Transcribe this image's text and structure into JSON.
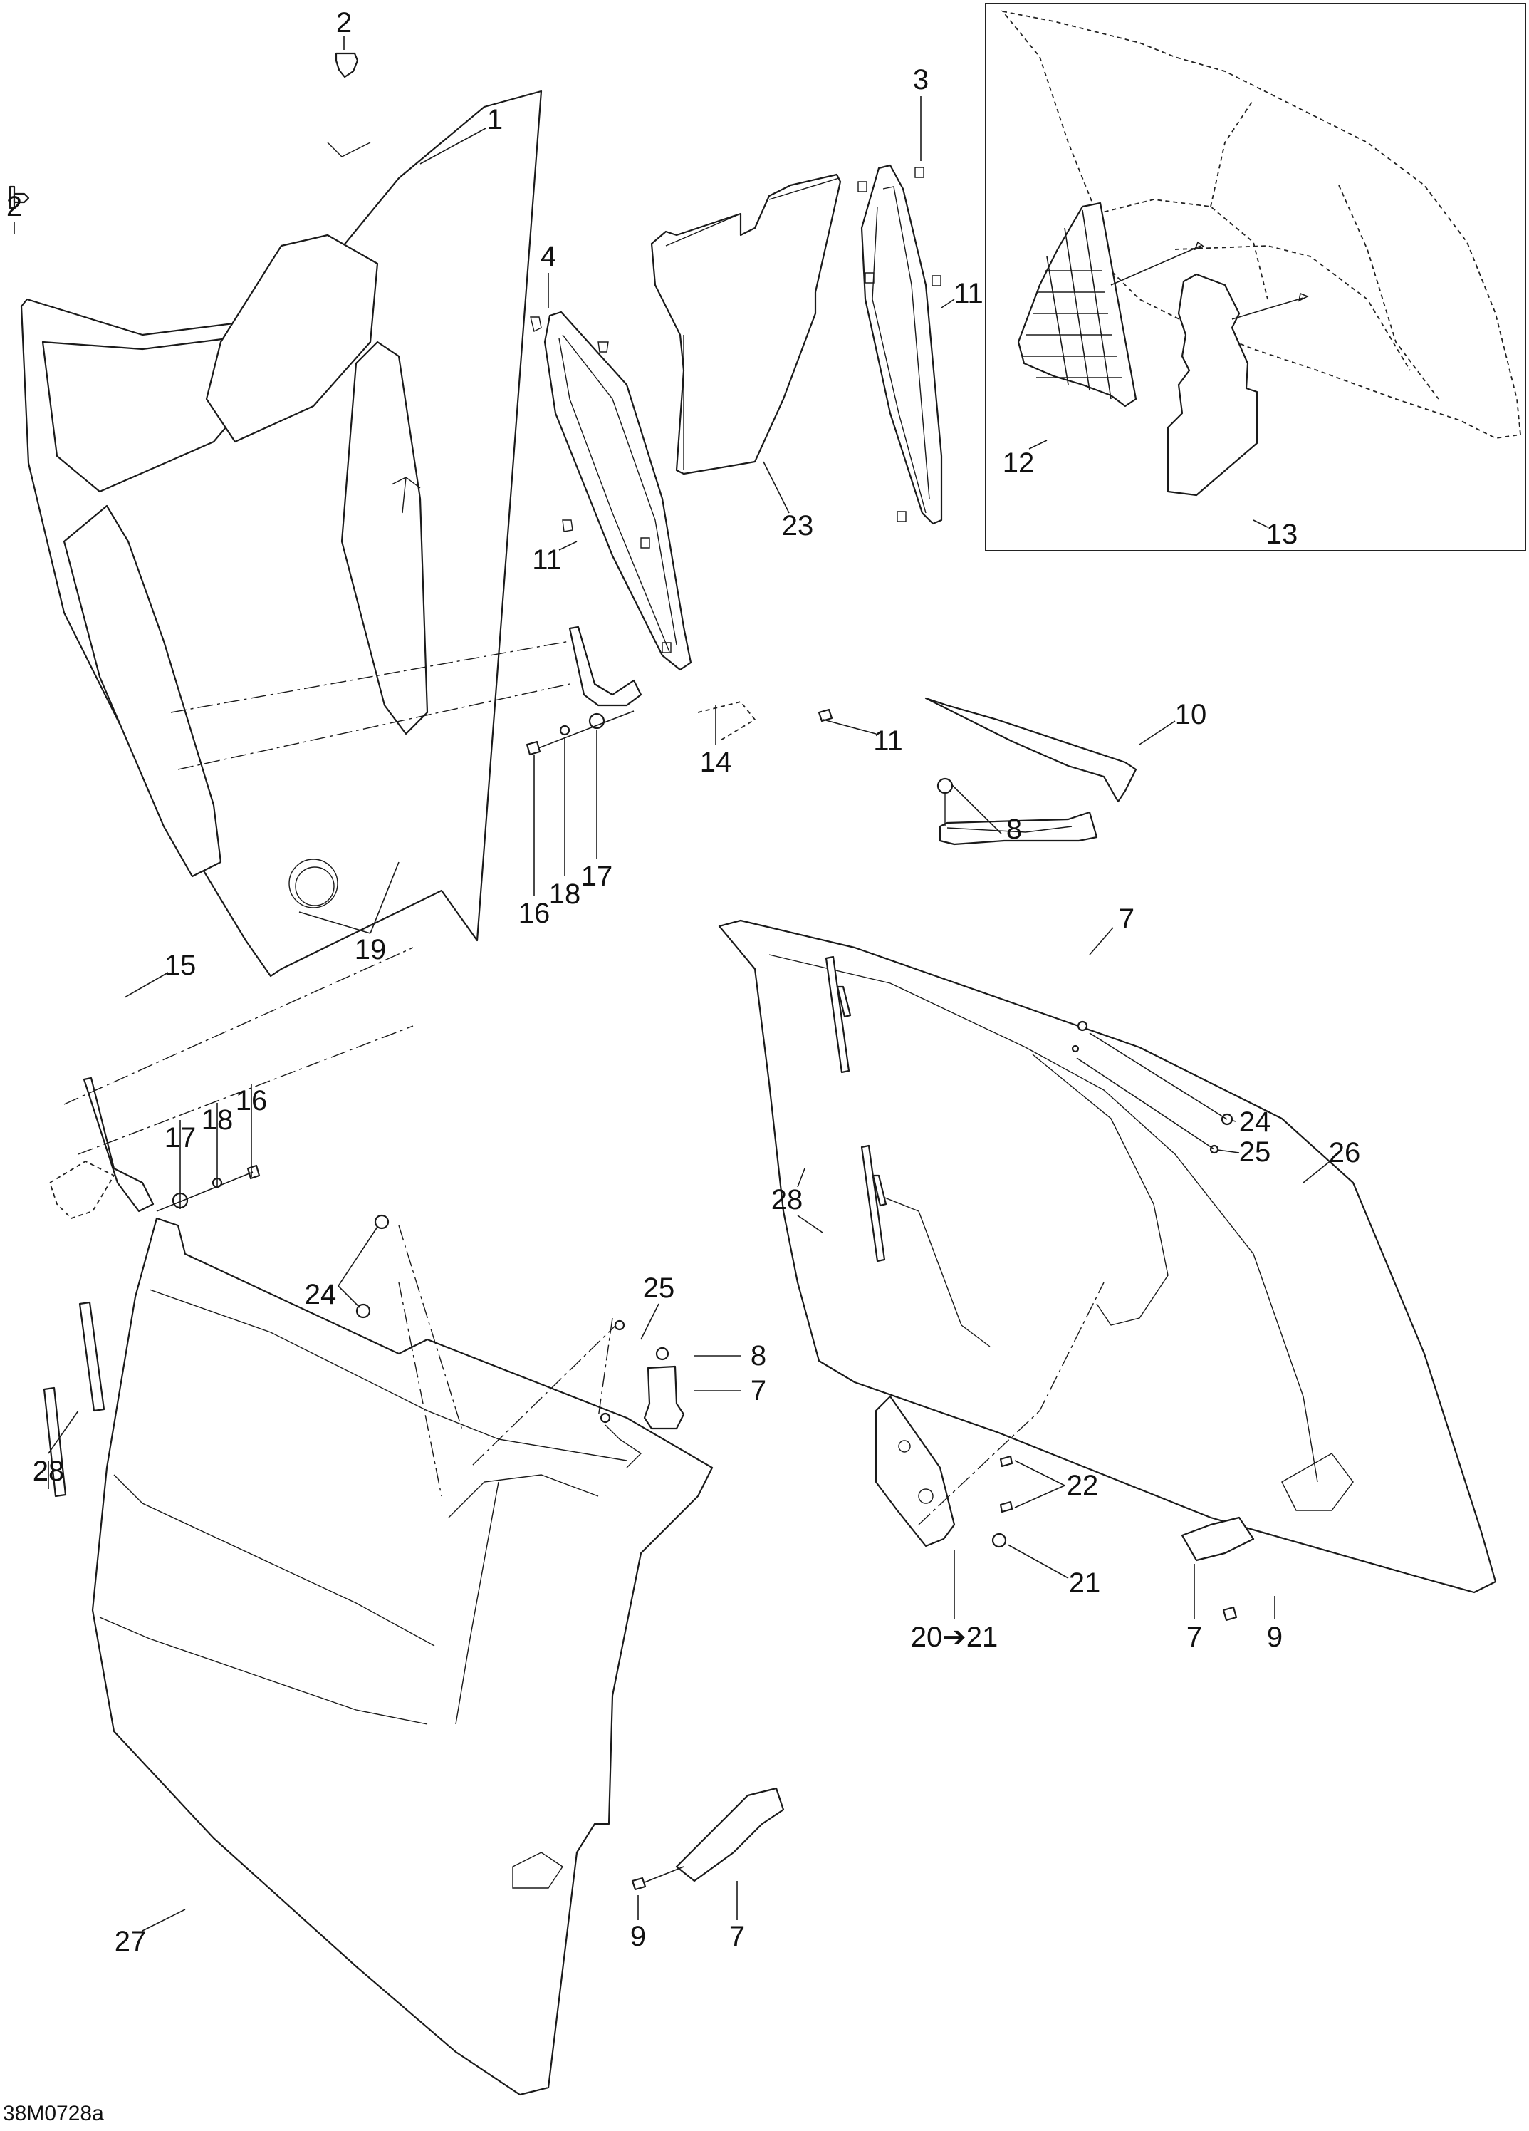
{
  "diagram": {
    "type": "exploded-parts-diagram",
    "figure_id": "38M0728a",
    "line_color": "#1a1a1a",
    "background": "#ffffff",
    "callouts": [
      {
        "id": "c2a",
        "label": "2"
      },
      {
        "id": "c2b",
        "label": "2"
      },
      {
        "id": "c1",
        "label": "1"
      },
      {
        "id": "c3",
        "label": "3"
      },
      {
        "id": "c4",
        "label": "4"
      },
      {
        "id": "c11a",
        "label": "11"
      },
      {
        "id": "c23",
        "label": "23"
      },
      {
        "id": "c11b",
        "label": "11"
      },
      {
        "id": "c12",
        "label": "12"
      },
      {
        "id": "c13",
        "label": "13"
      },
      {
        "id": "c10",
        "label": "10"
      },
      {
        "id": "c11c",
        "label": "11"
      },
      {
        "id": "c8a",
        "label": "8"
      },
      {
        "id": "c7a",
        "label": "7"
      },
      {
        "id": "c14",
        "label": "14"
      },
      {
        "id": "c16a",
        "label": "16"
      },
      {
        "id": "c18a",
        "label": "18"
      },
      {
        "id": "c17a",
        "label": "17"
      },
      {
        "id": "c19",
        "label": "19"
      },
      {
        "id": "c15",
        "label": "15"
      },
      {
        "id": "c17b",
        "label": "17"
      },
      {
        "id": "c18b",
        "label": "18"
      },
      {
        "id": "c16b",
        "label": "16"
      },
      {
        "id": "c24a",
        "label": "24"
      },
      {
        "id": "c25a",
        "label": "25"
      },
      {
        "id": "c26",
        "label": "26"
      },
      {
        "id": "c28a",
        "label": "28"
      },
      {
        "id": "c24b",
        "label": "24"
      },
      {
        "id": "c25b",
        "label": "25"
      },
      {
        "id": "c8b",
        "label": "8"
      },
      {
        "id": "c7b",
        "label": "7"
      },
      {
        "id": "c28b",
        "label": "28"
      },
      {
        "id": "c22",
        "label": "22"
      },
      {
        "id": "c21",
        "label": "21"
      },
      {
        "id": "c20",
        "label": "20➔21"
      },
      {
        "id": "c7c",
        "label": "7"
      },
      {
        "id": "c9a",
        "label": "9"
      },
      {
        "id": "c9b",
        "label": "9"
      },
      {
        "id": "c7d",
        "label": "7"
      },
      {
        "id": "c27",
        "label": "27"
      }
    ]
  }
}
